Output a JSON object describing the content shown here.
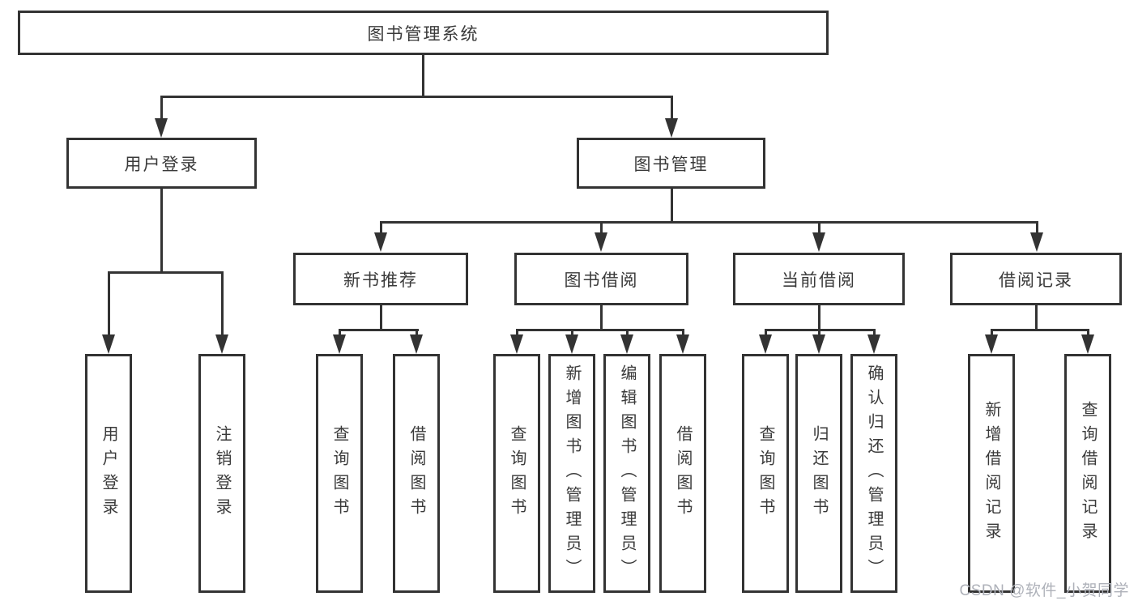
{
  "root": {
    "label": "图书管理系统"
  },
  "level2": {
    "user_login": {
      "label": "用户登录"
    },
    "book_management": {
      "label": "图书管理"
    }
  },
  "level3": {
    "new_book_recommend": {
      "label": "新书推荐"
    },
    "book_borrow": {
      "label": "图书借阅"
    },
    "current_borrow": {
      "label": "当前借阅"
    },
    "borrow_records": {
      "label": "借阅记录"
    }
  },
  "leaves": {
    "user_login": {
      "label": "用户登录"
    },
    "logout": {
      "label": "注销登录"
    },
    "query_book_recommend": {
      "label": "查询图书"
    },
    "borrow_book_recommend": {
      "label": "借阅图书"
    },
    "query_book_borrow": {
      "label": "查询图书"
    },
    "add_book_admin": {
      "label": "新增图书（管理员）"
    },
    "edit_book_admin": {
      "label": "编辑图书（管理员）"
    },
    "borrow_book": {
      "label": "借阅图书"
    },
    "query_book_current": {
      "label": "查询图书"
    },
    "return_book": {
      "label": "归还图书"
    },
    "confirm_return_admin": {
      "label": "确认归还（管理员）"
    },
    "add_borrow_record": {
      "label": "新增借阅记录"
    },
    "query_borrow_record": {
      "label": "查询借阅记录"
    }
  },
  "watermark": {
    "text": "CSDN @软件_小贺同学"
  },
  "colors": {
    "line": "#333333",
    "text": "#3a3a3a",
    "watermark": "#aeb1b9",
    "background": "#ffffff"
  }
}
